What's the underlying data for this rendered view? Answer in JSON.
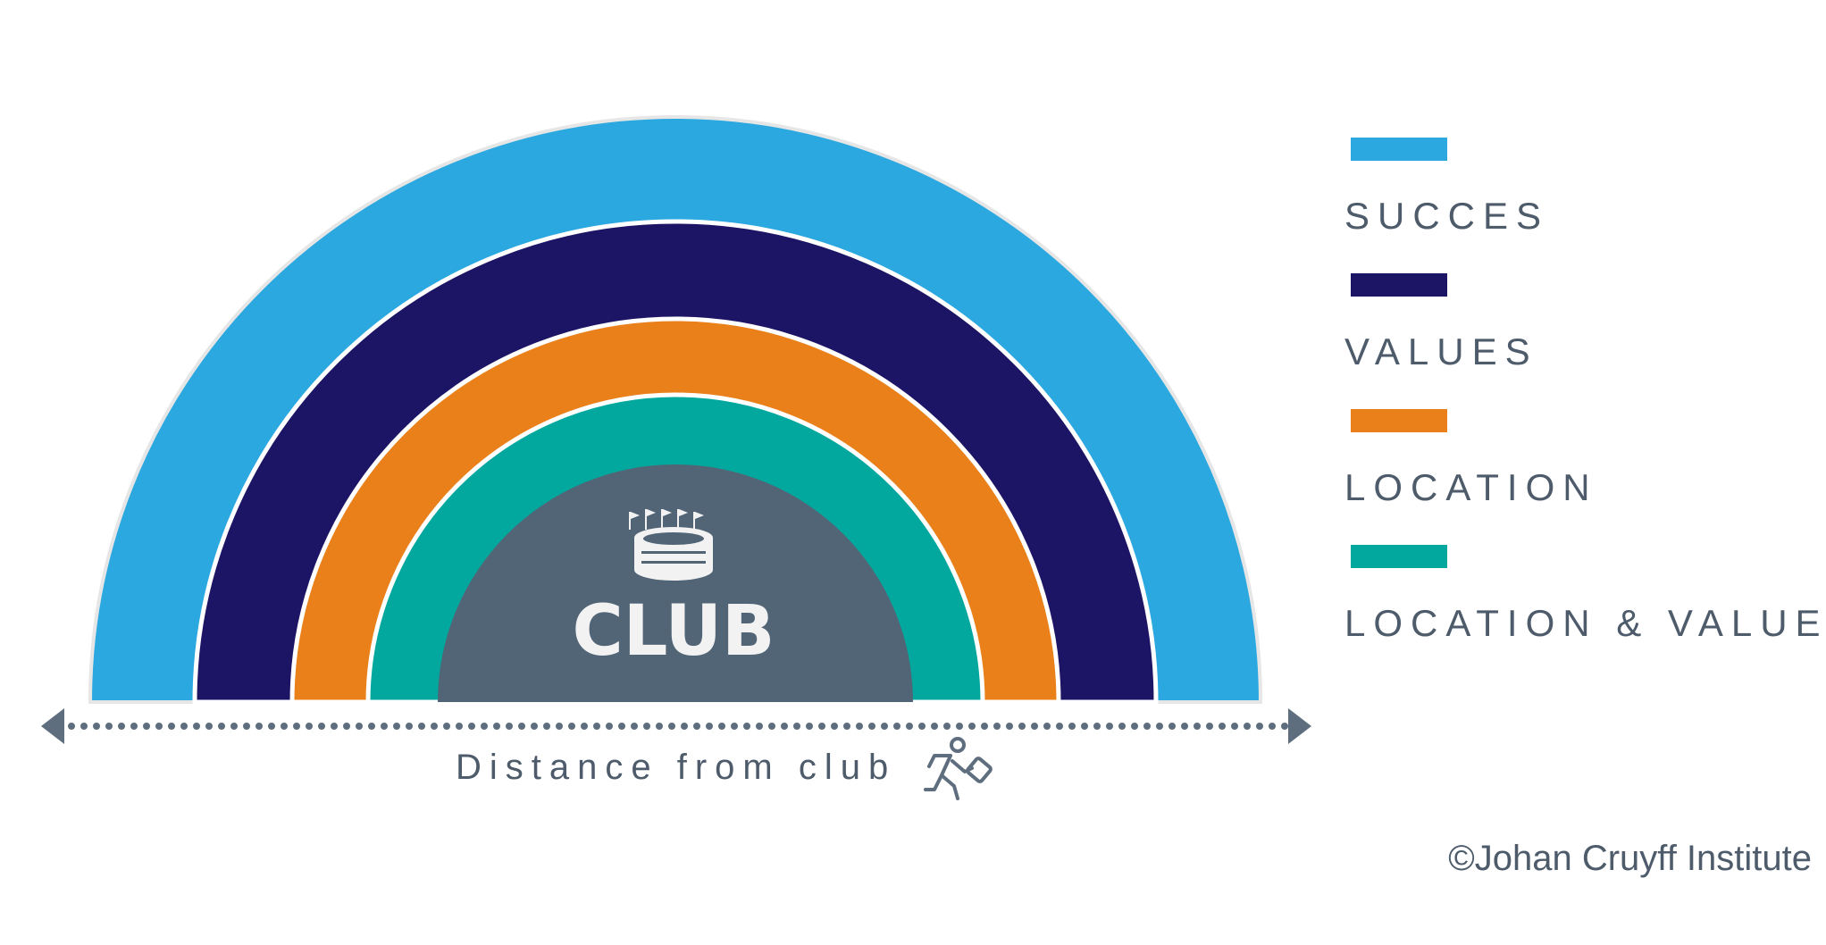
{
  "center": {
    "label": "CLUB",
    "icon": "stadium-icon",
    "color": "#526577"
  },
  "rings": [
    {
      "label": "SUCCES",
      "color": "#2ba8e0"
    },
    {
      "label": "VALUES",
      "color": "#1c1464"
    },
    {
      "label": "LOCATION",
      "color": "#ea8019"
    },
    {
      "label": "LOCATION & VALUES",
      "color": "#02a89d"
    }
  ],
  "axis": {
    "label": "Distance from club",
    "icon": "traveler-with-suitcase-icon",
    "color": "#5e6e7e"
  },
  "copyright": "©Johan Cruyff Institute"
}
